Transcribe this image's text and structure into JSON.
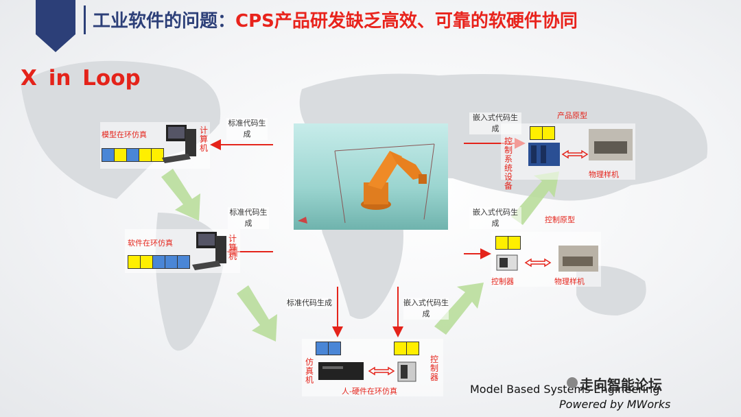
{
  "header": {
    "title_part1": "工业软件的问题：",
    "title_part2": "CPS产品研发缺乏高效、可靠的软硬件协同"
  },
  "subtitle": "X in Loop",
  "stages": {
    "mil": {
      "label": "模型在环仿真",
      "device": "计算机"
    },
    "sil": {
      "label": "软件在环仿真",
      "device": "计算机"
    },
    "hil": {
      "label": "人-硬件在环仿真",
      "left_device": "仿真机",
      "right_device": "控制器"
    },
    "rcp": {
      "label": "控制原型",
      "left_device": "控制器",
      "right_device": "物理样机"
    },
    "proto": {
      "label": "产品原型",
      "left_device": "控制系统设备",
      "right_device": "物理样机"
    }
  },
  "code_labels": {
    "standard_top": "标准代码生成",
    "standard_mid": "标准代码生成",
    "standard_bottom": "标准代码生成",
    "embedded_bottom": "嵌入式代码生成",
    "embedded_mid": "嵌入式代码生成",
    "embedded_top": "嵌入式代码生成"
  },
  "footer": {
    "line1": "Model Based Systems Engineering",
    "line2": "Powered by MWorks"
  },
  "watermark": "走向智能论坛",
  "colors": {
    "navy": "#2c3f78",
    "red": "#e4231a",
    "yellow": "#ffef00",
    "blue": "#4a86d6",
    "green_arrow": "#b7dd9a"
  }
}
